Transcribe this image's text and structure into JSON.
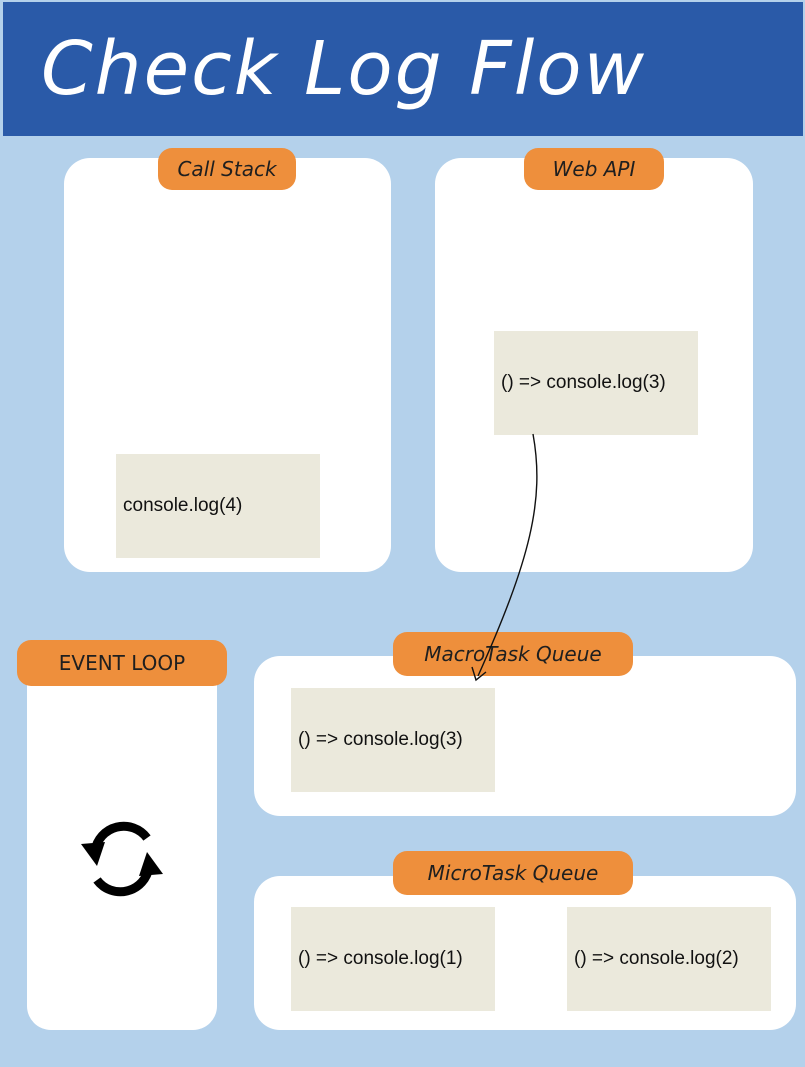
{
  "title": "Check Log Flow",
  "sections": {
    "call_stack": {
      "label": "Call Stack",
      "items": [
        "console.log(4)"
      ]
    },
    "web_api": {
      "label": "Web API",
      "items": [
        "() => console.log(3)"
      ]
    },
    "event_loop": {
      "label": "EVENT LOOP",
      "icon": "refresh-cycle-icon"
    },
    "macrotask_queue": {
      "label": "MacroTask Queue",
      "items": [
        "() => console.log(3)"
      ]
    },
    "microtask_queue": {
      "label": "MicroTask Queue",
      "items": [
        "() => console.log(1)",
        "() => console.log(2)"
      ]
    }
  },
  "colors": {
    "background": "#b4d1eb",
    "header": "#2a5aa8",
    "tag": "#ee8f3c",
    "card": "#ebe9dc",
    "panel": "#ffffff"
  }
}
